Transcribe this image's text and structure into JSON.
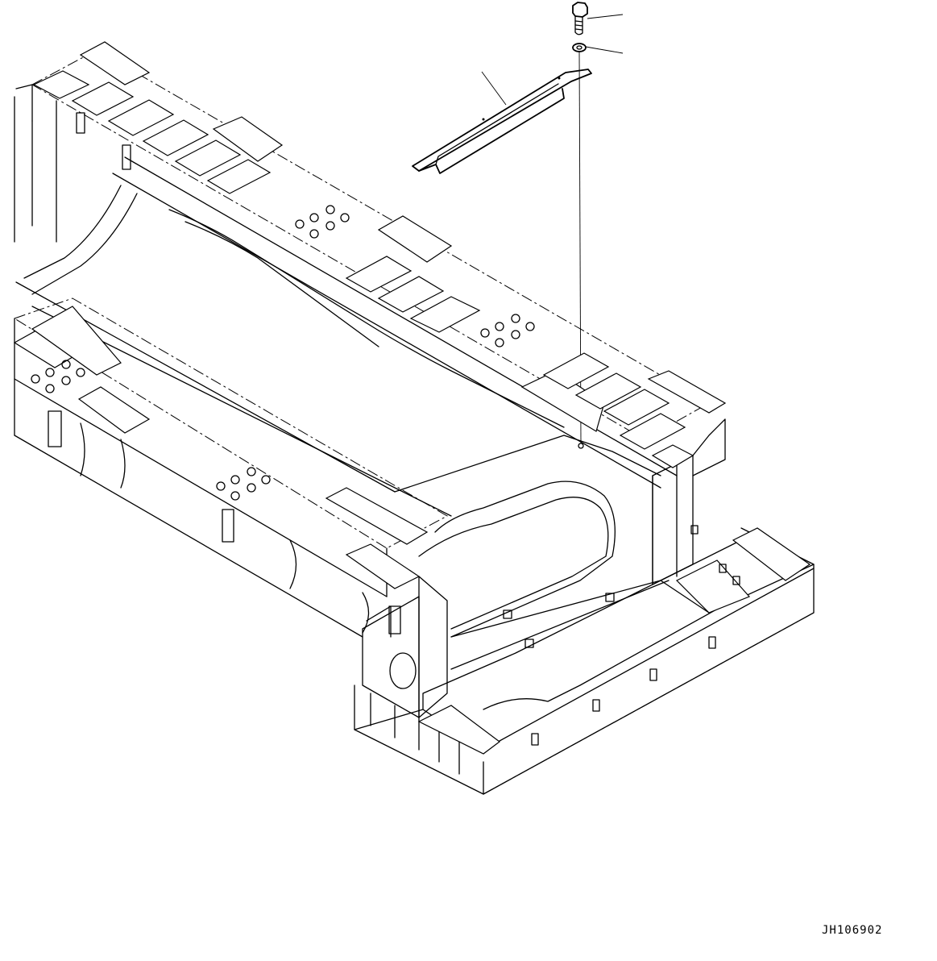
{
  "drawing": {
    "reference_code": "JH106902",
    "callouts": [
      {
        "part": "bolt"
      },
      {
        "part": "washer"
      },
      {
        "part": "cover-plate"
      }
    ]
  }
}
